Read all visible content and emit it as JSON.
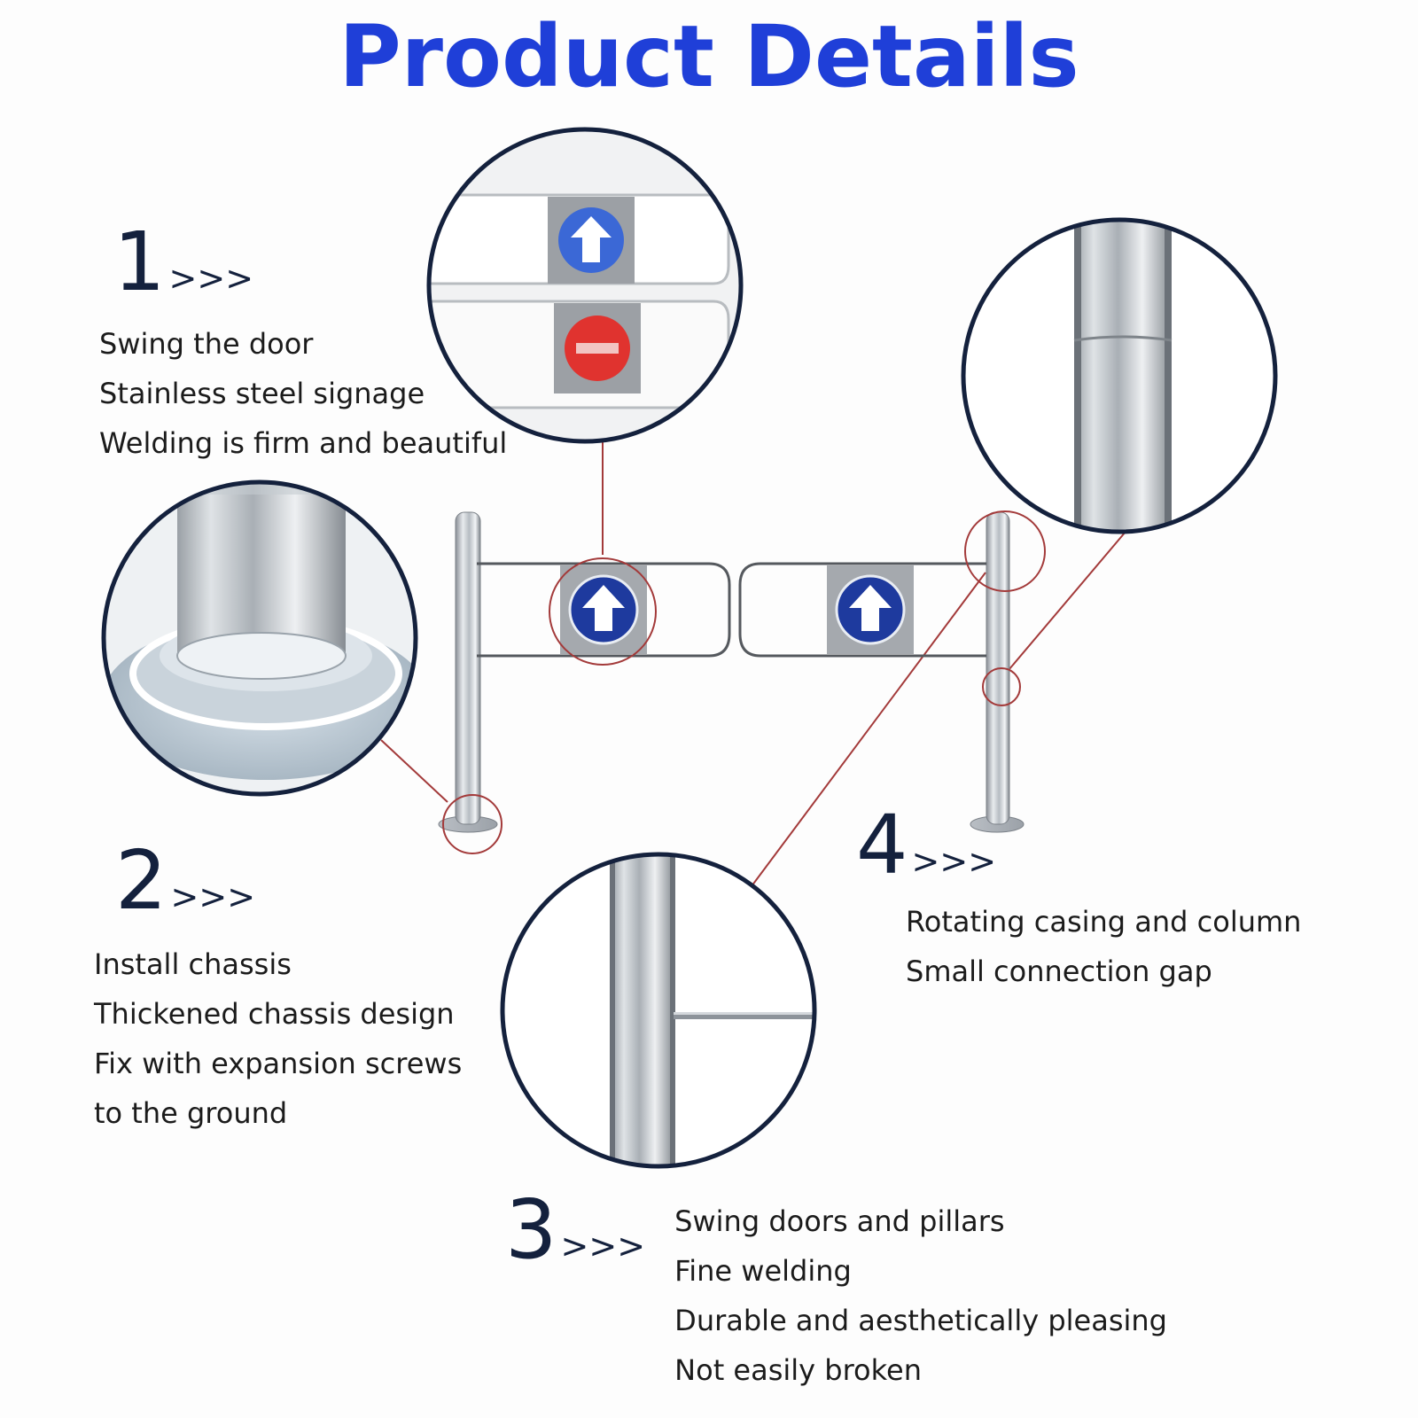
{
  "title": "Product Details",
  "sections": [
    {
      "number": "1",
      "arrows": ">>>",
      "lines": [
        "Swing the door",
        "Stainless steel signage",
        "Welding is firm and beautiful"
      ]
    },
    {
      "number": "2",
      "arrows": ">>>",
      "lines": [
        "Install chassis",
        "Thickened chassis design",
        "Fix with expansion screws",
        "to the ground"
      ]
    },
    {
      "number": "3",
      "arrows": ">>>",
      "lines": [
        "Swing doors and pillars",
        "Fine welding",
        "Durable and aesthetically pleasing",
        "Not easily broken"
      ]
    },
    {
      "number": "4",
      "arrows": ">>>",
      "lines": [
        "Rotating casing and column",
        "Small connection gap"
      ]
    }
  ],
  "colors": {
    "title": "#1f3fd8",
    "number": "#14213d",
    "circle_border": "#14213d",
    "callout": "#a33a3a",
    "sign_blue": "#1e3a9e",
    "sign_red": "#e0332f"
  },
  "icons": [
    "up-arrow-sign-icon",
    "no-entry-sign-icon"
  ]
}
